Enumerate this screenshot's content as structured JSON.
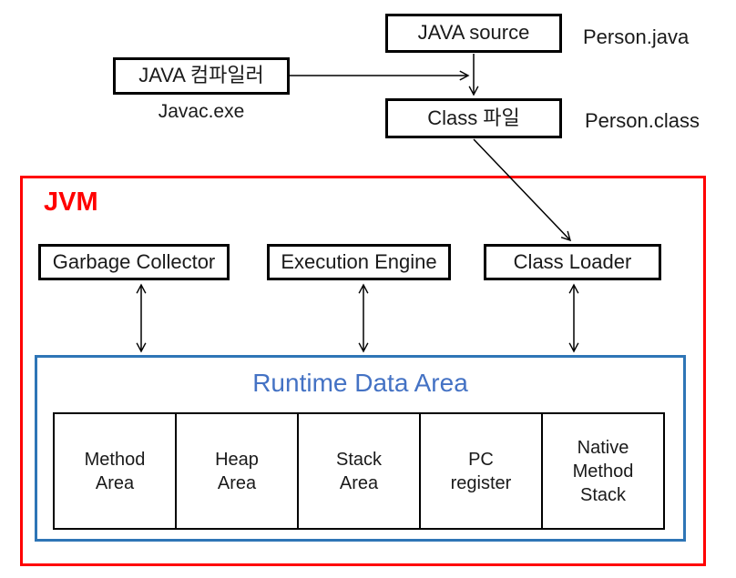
{
  "source_flow": {
    "java_source": "JAVA source",
    "person_java": "Person.java",
    "java_compiler": "JAVA 컴파일러",
    "javac_exe": "Javac.exe",
    "class_file": "Class 파일",
    "person_class": "Person.class"
  },
  "jvm": {
    "label": "JVM",
    "components": [
      "Garbage Collector",
      "Execution Engine",
      "Class Loader"
    ],
    "runtime_data_area": {
      "title": "Runtime Data Area",
      "areas": [
        "Method\nArea",
        "Heap\nArea",
        "Stack\nArea",
        "PC\nregister",
        "Native\nMethod\nStack"
      ]
    }
  },
  "colors": {
    "jvm_accent": "#ff0000",
    "runtime_border": "#2e75b6",
    "runtime_title": "#4472c4",
    "box_border": "#000000",
    "background": "#ffffff"
  }
}
